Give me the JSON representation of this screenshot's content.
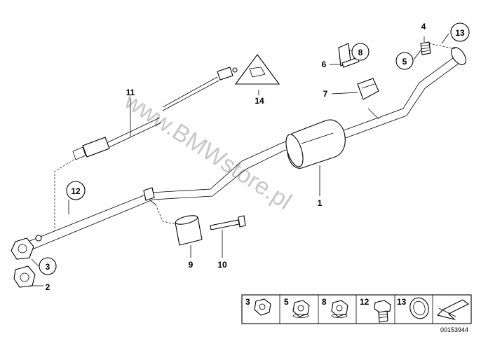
{
  "callouts": [
    {
      "id": "1",
      "text": "1",
      "circled": false
    },
    {
      "id": "2",
      "text": "2",
      "circled": false
    },
    {
      "id": "3",
      "text": "3",
      "circled": true
    },
    {
      "id": "4",
      "text": "4",
      "circled": false
    },
    {
      "id": "5",
      "text": "5",
      "circled": true
    },
    {
      "id": "6",
      "text": "6",
      "circled": false
    },
    {
      "id": "7",
      "text": "7",
      "circled": false
    },
    {
      "id": "8",
      "text": "8",
      "circled": true
    },
    {
      "id": "9",
      "text": "9",
      "circled": false
    },
    {
      "id": "10",
      "text": "10",
      "circled": false
    },
    {
      "id": "11",
      "text": "11",
      "circled": false
    },
    {
      "id": "12",
      "text": "12",
      "circled": true
    },
    {
      "id": "13",
      "text": "13",
      "circled": true
    },
    {
      "id": "14",
      "text": "14",
      "circled": false
    }
  ],
  "legend": {
    "cells": [
      {
        "number": "3",
        "icon": "hex-nut-icon"
      },
      {
        "number": "5",
        "icon": "hex-nut-icon"
      },
      {
        "number": "8",
        "icon": "hex-nut-icon"
      },
      {
        "number": "12",
        "icon": "screw-plug-icon"
      },
      {
        "number": "13",
        "icon": "sealing-ring-icon"
      },
      {
        "number": "",
        "icon": "arrow-icon"
      }
    ]
  },
  "watermark": "www.BMWstore.pl",
  "doc_number": "00153944",
  "colors": {
    "line": "#000000",
    "background": "#ffffff",
    "watermark": "#9a9a9a"
  }
}
